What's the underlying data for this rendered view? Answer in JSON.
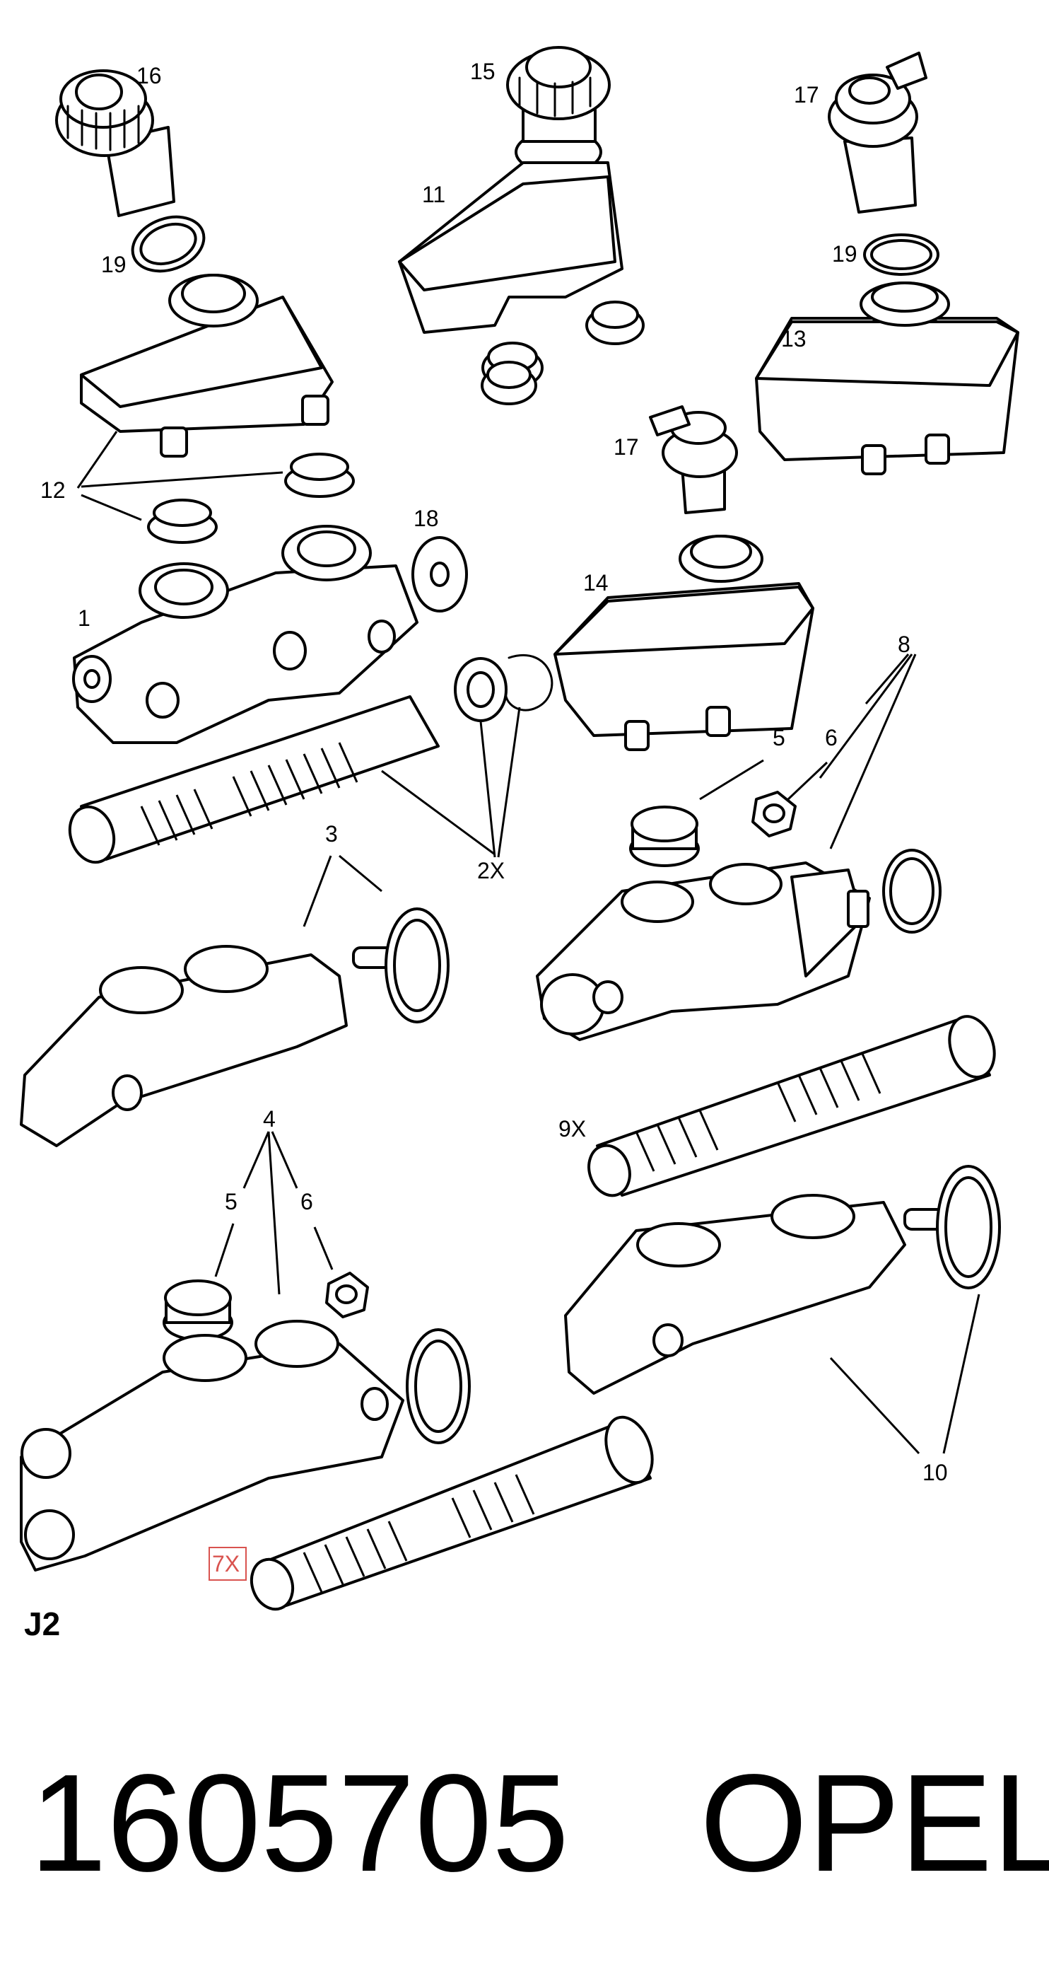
{
  "callouts": {
    "c16": "16",
    "c15": "15",
    "c17a": "17",
    "c11": "11",
    "c19a": "19",
    "c19b": "19",
    "c13": "13",
    "c17b": "17",
    "c12": "12",
    "c18": "18",
    "c14": "14",
    "c1": "1",
    "c8": "8",
    "c5a": "5",
    "c6a": "6",
    "c2x": "2X",
    "c3": "3",
    "c9x": "9X",
    "c4": "4",
    "c5b": "5",
    "c6b": "6",
    "c10": "10",
    "c7x": "7X"
  },
  "section_label": "J2",
  "part_number": "1605705",
  "brand": "OPEL"
}
